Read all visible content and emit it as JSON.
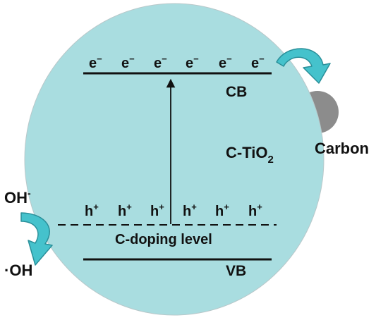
{
  "particle": {
    "label_main": "C-TiO",
    "label_sub": "2",
    "fill_color": "#a9dde0"
  },
  "conduction_band": {
    "label": "CB",
    "electron_base": "e",
    "electron_sup": "−",
    "electron_count": 6
  },
  "valence_band": {
    "label": "VB"
  },
  "doping_level": {
    "label": "C-doping level",
    "hole_base": "h",
    "hole_sup": "+",
    "hole_count": 6
  },
  "carbon": {
    "label": "Carbon",
    "color": "#8c8c8c"
  },
  "oxidation": {
    "reactant_base": "OH",
    "reactant_sup": "-",
    "product_dot": "·",
    "product_base": "OH"
  },
  "colors": {
    "arrow_teal": "#45c2cc",
    "arrow_outline": "#2a8f99",
    "line": "#111111"
  },
  "icons": [
    "curved-arrow-icon",
    "curved-arrow-icon"
  ]
}
